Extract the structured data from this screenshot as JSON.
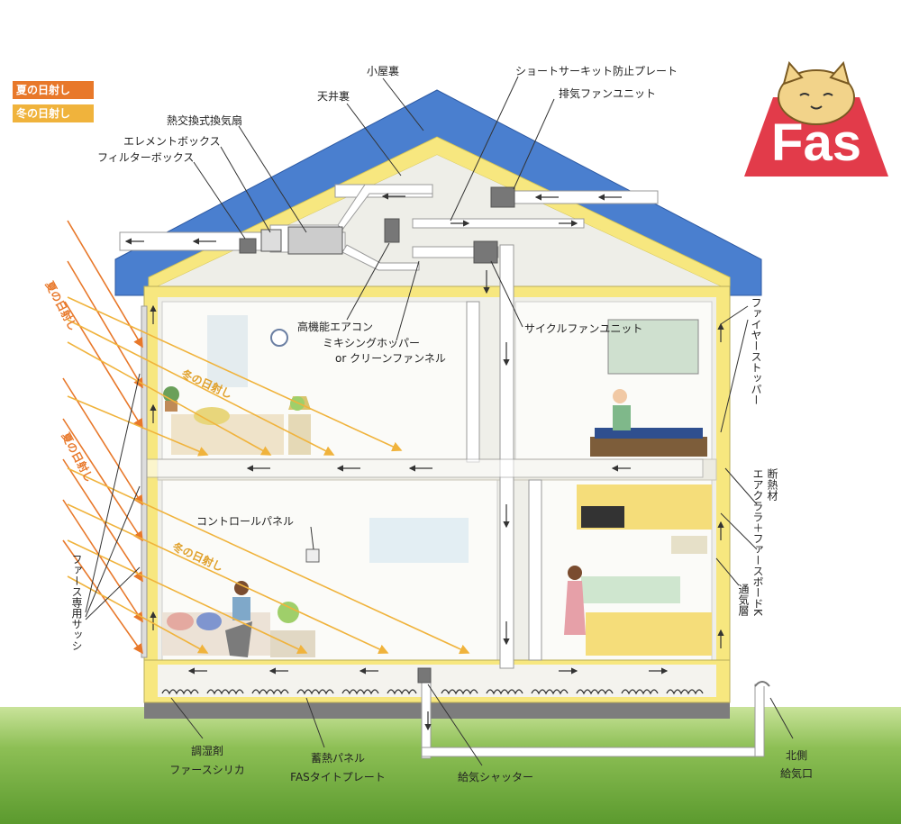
{
  "legend": {
    "summer": {
      "label": "夏の日射し",
      "color": "#e8782a"
    },
    "winter": {
      "label": "冬の日射し",
      "color": "#f0b33c"
    }
  },
  "logo": {
    "text": "Fas",
    "icon": "cat-icon",
    "color": "#e23b4a"
  },
  "sun_labels": {
    "summer_1": "夏の日射し",
    "summer_2": "夏の日射し",
    "winter_1": "冬の日射し",
    "winter_2": "冬の日射し"
  },
  "labels": {
    "attic": "小屋裏",
    "ceiling_space": "天井裏",
    "short_circuit_plate": "ショートサーキット防止プレート",
    "exhaust_fan_unit": "排気ファンユニット",
    "heat_exchange_fan": "熱交換式換気扇",
    "element_box": "エレメントボックス",
    "filter_box": "フィルターボックス",
    "aircon": "高機能エアコン",
    "mixing_hopper": "ミキシングホッパー",
    "clean_funnel": "or クリーンファンネル",
    "cycle_fan_unit": "サイクルファンユニット",
    "fire_stopper": "ファイヤーストッパー",
    "insulation_1": "断熱材",
    "insulation_2": "エアクララ＋ファースボードK",
    "vent_layer": "通気層",
    "control_panel": "コントロールパネル",
    "sash": "ファース専用サッシ",
    "humidity_1": "調湿剤",
    "humidity_2": "ファースシリカ",
    "heat_panel_1": "蓄熱パネル",
    "heat_panel_2": "FASタイトプレート",
    "supply_shutter": "給気シャッター",
    "north_inlet_1": "北側",
    "north_inlet_2": "給気口"
  },
  "colors": {
    "roof": "#4a7fcf",
    "insulation": "#f7e77f",
    "interior": "#efefe9",
    "duct": "#ffffff",
    "ground": "#7fb14a",
    "summer_ray": "#e8782a",
    "winter_ray": "#f0b33c"
  }
}
